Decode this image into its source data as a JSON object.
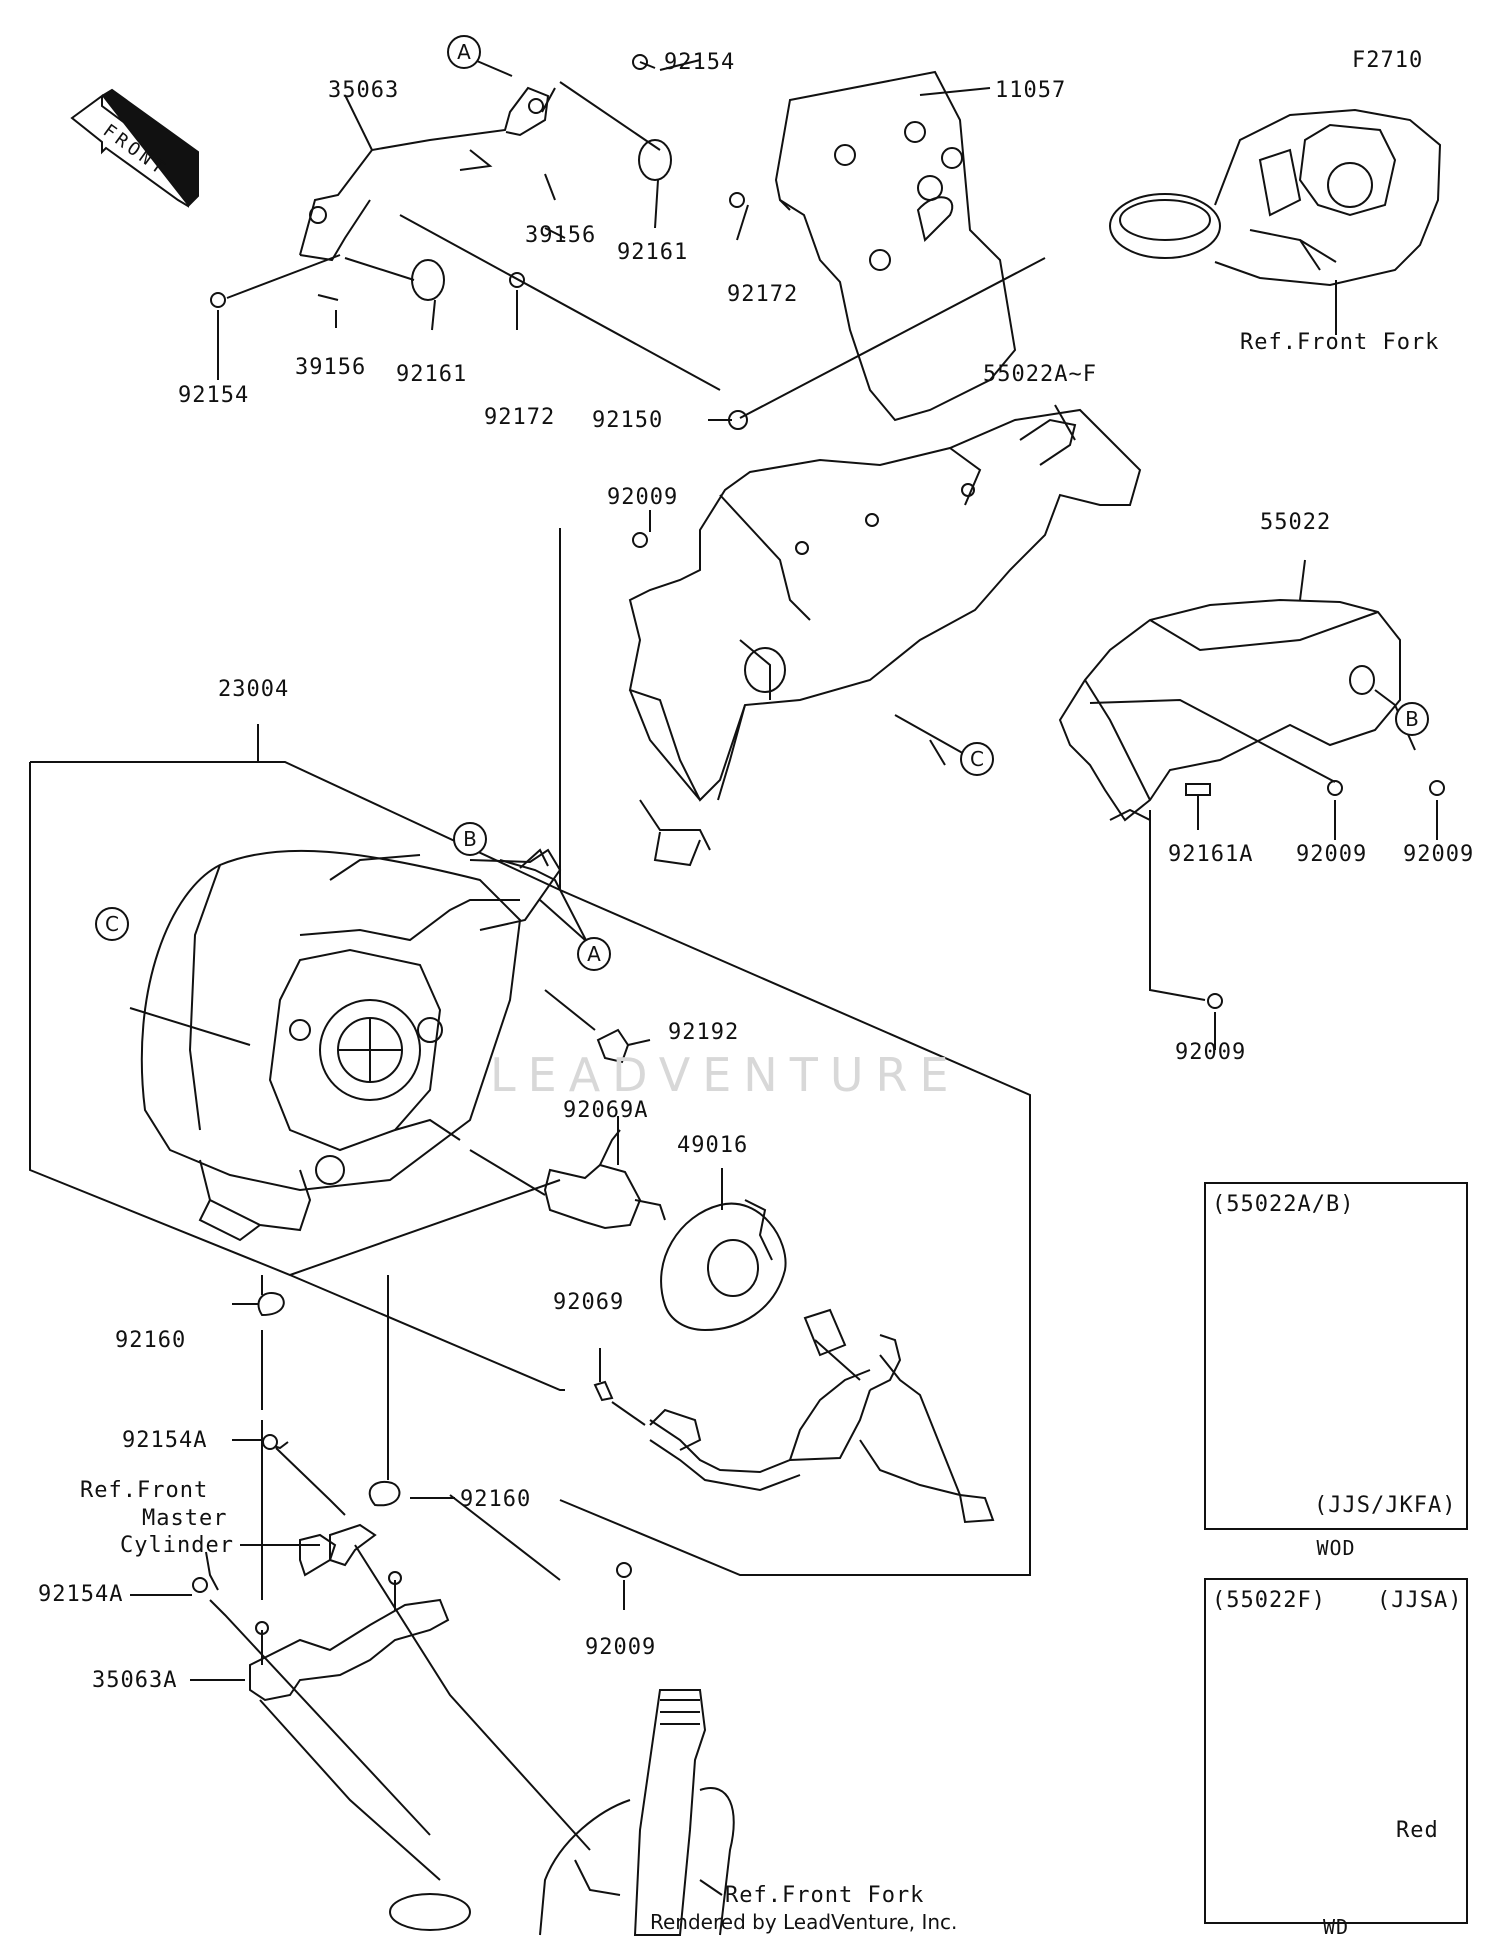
{
  "figure_code": "F2710",
  "front_label": "FRONT",
  "watermark": "LEADVENTURE",
  "footer": "Rendered by LeadVenture, Inc.",
  "markers": {
    "a": "A",
    "b": "B",
    "c": "C"
  },
  "parts": {
    "p35063": "35063",
    "p92154_top": "92154",
    "p39156_upper": "39156",
    "p92161_upper": "92161",
    "p92172_upper": "92172",
    "p11057": "11057",
    "p92154_left": "92154",
    "p39156_lower": "39156",
    "p92161_lower": "92161",
    "p92172_lower": "92172",
    "p92150": "92150",
    "p55022AF": "55022A~F",
    "p92009_a": "92009",
    "p55022": "55022",
    "p23004": "23004",
    "p92161A": "92161A",
    "p92009_b": "92009",
    "p92009_c": "92009",
    "p92009_d": "92009",
    "p92192": "92192",
    "p92069A": "92069A",
    "p49016": "49016",
    "p92069": "92069",
    "p92160_a": "92160",
    "p92154A_a": "92154A",
    "p92160_b": "92160",
    "p92154A_b": "92154A",
    "p35063A": "35063A",
    "p92009_e": "92009"
  },
  "refs": {
    "front_fork_top": "Ref.Front Fork",
    "master_line1": "Ref.Front",
    "master_line2": "Master",
    "master_line3": "Cylinder",
    "front_fork_bottom": "Ref.Front Fork"
  },
  "insets": [
    {
      "header": "(55022A/B)",
      "model": "(JJS/JKFA)",
      "caption": "WOD",
      "note": ""
    },
    {
      "header": "(55022F)",
      "model": "(JJSA)",
      "caption": "WD",
      "note": "Red"
    }
  ]
}
